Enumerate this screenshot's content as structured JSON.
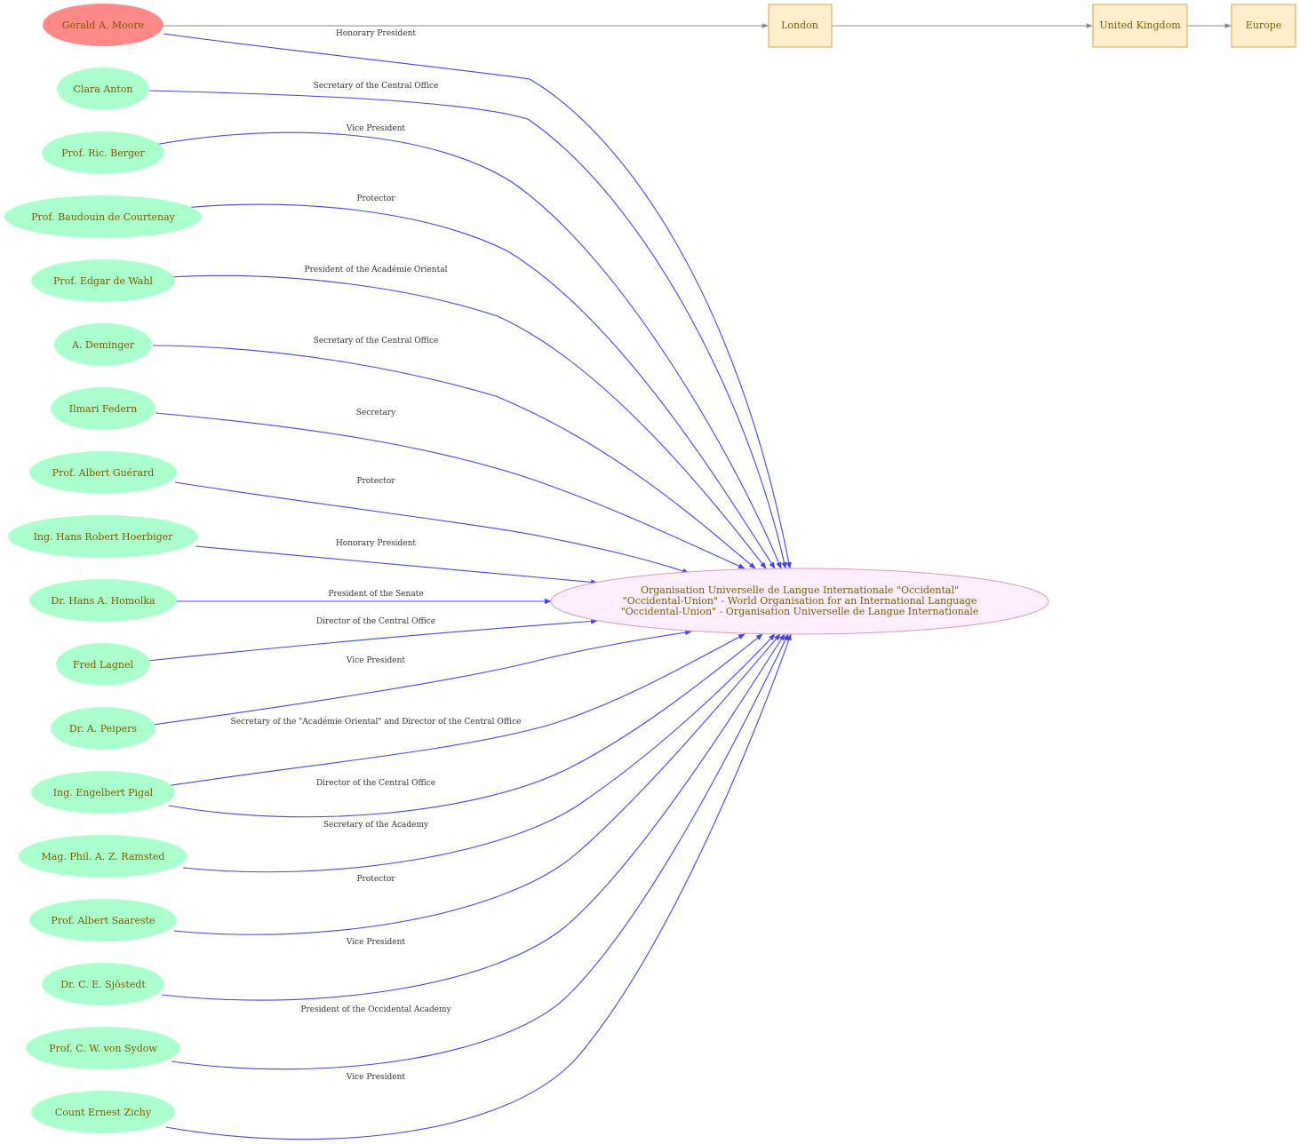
{
  "colors": {
    "person": "#aaffcc",
    "focus_person": "#ff8888",
    "organisation": "#ffeeff",
    "place": "#ffeecc",
    "edge": "#4444ee",
    "location_edge": "#888888",
    "text": "#7a5a00"
  },
  "organisation": {
    "lines": [
      "Organisation Universelle de Langue Internationale \"Occidental\"",
      "\"Occidental-Union\" - World Organisation for an International Language",
      "\"Occidental-Union\" - Organisation Universelle de Langue Internationale"
    ]
  },
  "people": [
    {
      "name": "Gerald A. Moore",
      "role": "Honorary President",
      "focus": true
    },
    {
      "name": "Clara Anton",
      "role": "Secretary of the Central Office"
    },
    {
      "name": "Prof. Ric. Berger",
      "role": "Vice President"
    },
    {
      "name": "Prof. Baudouin de Courtenay",
      "role": "Protector"
    },
    {
      "name": "Prof. Edgar de Wahl",
      "role": "President of the Académie Oriental"
    },
    {
      "name": "A. Deminger",
      "role": "Secretary of the Central Office"
    },
    {
      "name": "Ilmari Federn",
      "role": "Secretary"
    },
    {
      "name": "Prof. Albert Guérard",
      "role": "Protector"
    },
    {
      "name": "Ing. Hans Robert Hoerbiger",
      "role": "Honorary President"
    },
    {
      "name": "Dr. Hans A. Homolka",
      "role": "President of the Senate"
    },
    {
      "name": "Fred Lagnel",
      "role": "Director of the Central Office"
    },
    {
      "name": "Dr. A. Peipers",
      "role": "Vice President"
    },
    {
      "name": "Ing. Engelbert Pigal",
      "role": "Secretary of the \"Académie Oriental\" and Director of the Central Office"
    },
    {
      "name": "Ing. Engelbert Pigal",
      "role": "Director of the Central Office",
      "same_node_as_previous": true
    },
    {
      "name": "Mag. Phil. A. Z. Ramsted",
      "role": "Secretary of the Academy"
    },
    {
      "name": "Prof. Albert Saareste",
      "role": "Protector"
    },
    {
      "name": "Dr. C. E. Sjöstedt",
      "role": "Vice President"
    },
    {
      "name": "Prof. C. W. von Sydow",
      "role": "President of the Occidental Academy"
    },
    {
      "name": "Count  Ernest Zichy",
      "role": "Vice President"
    }
  ],
  "places": [
    "London",
    "United Kingdom",
    "Europe"
  ]
}
